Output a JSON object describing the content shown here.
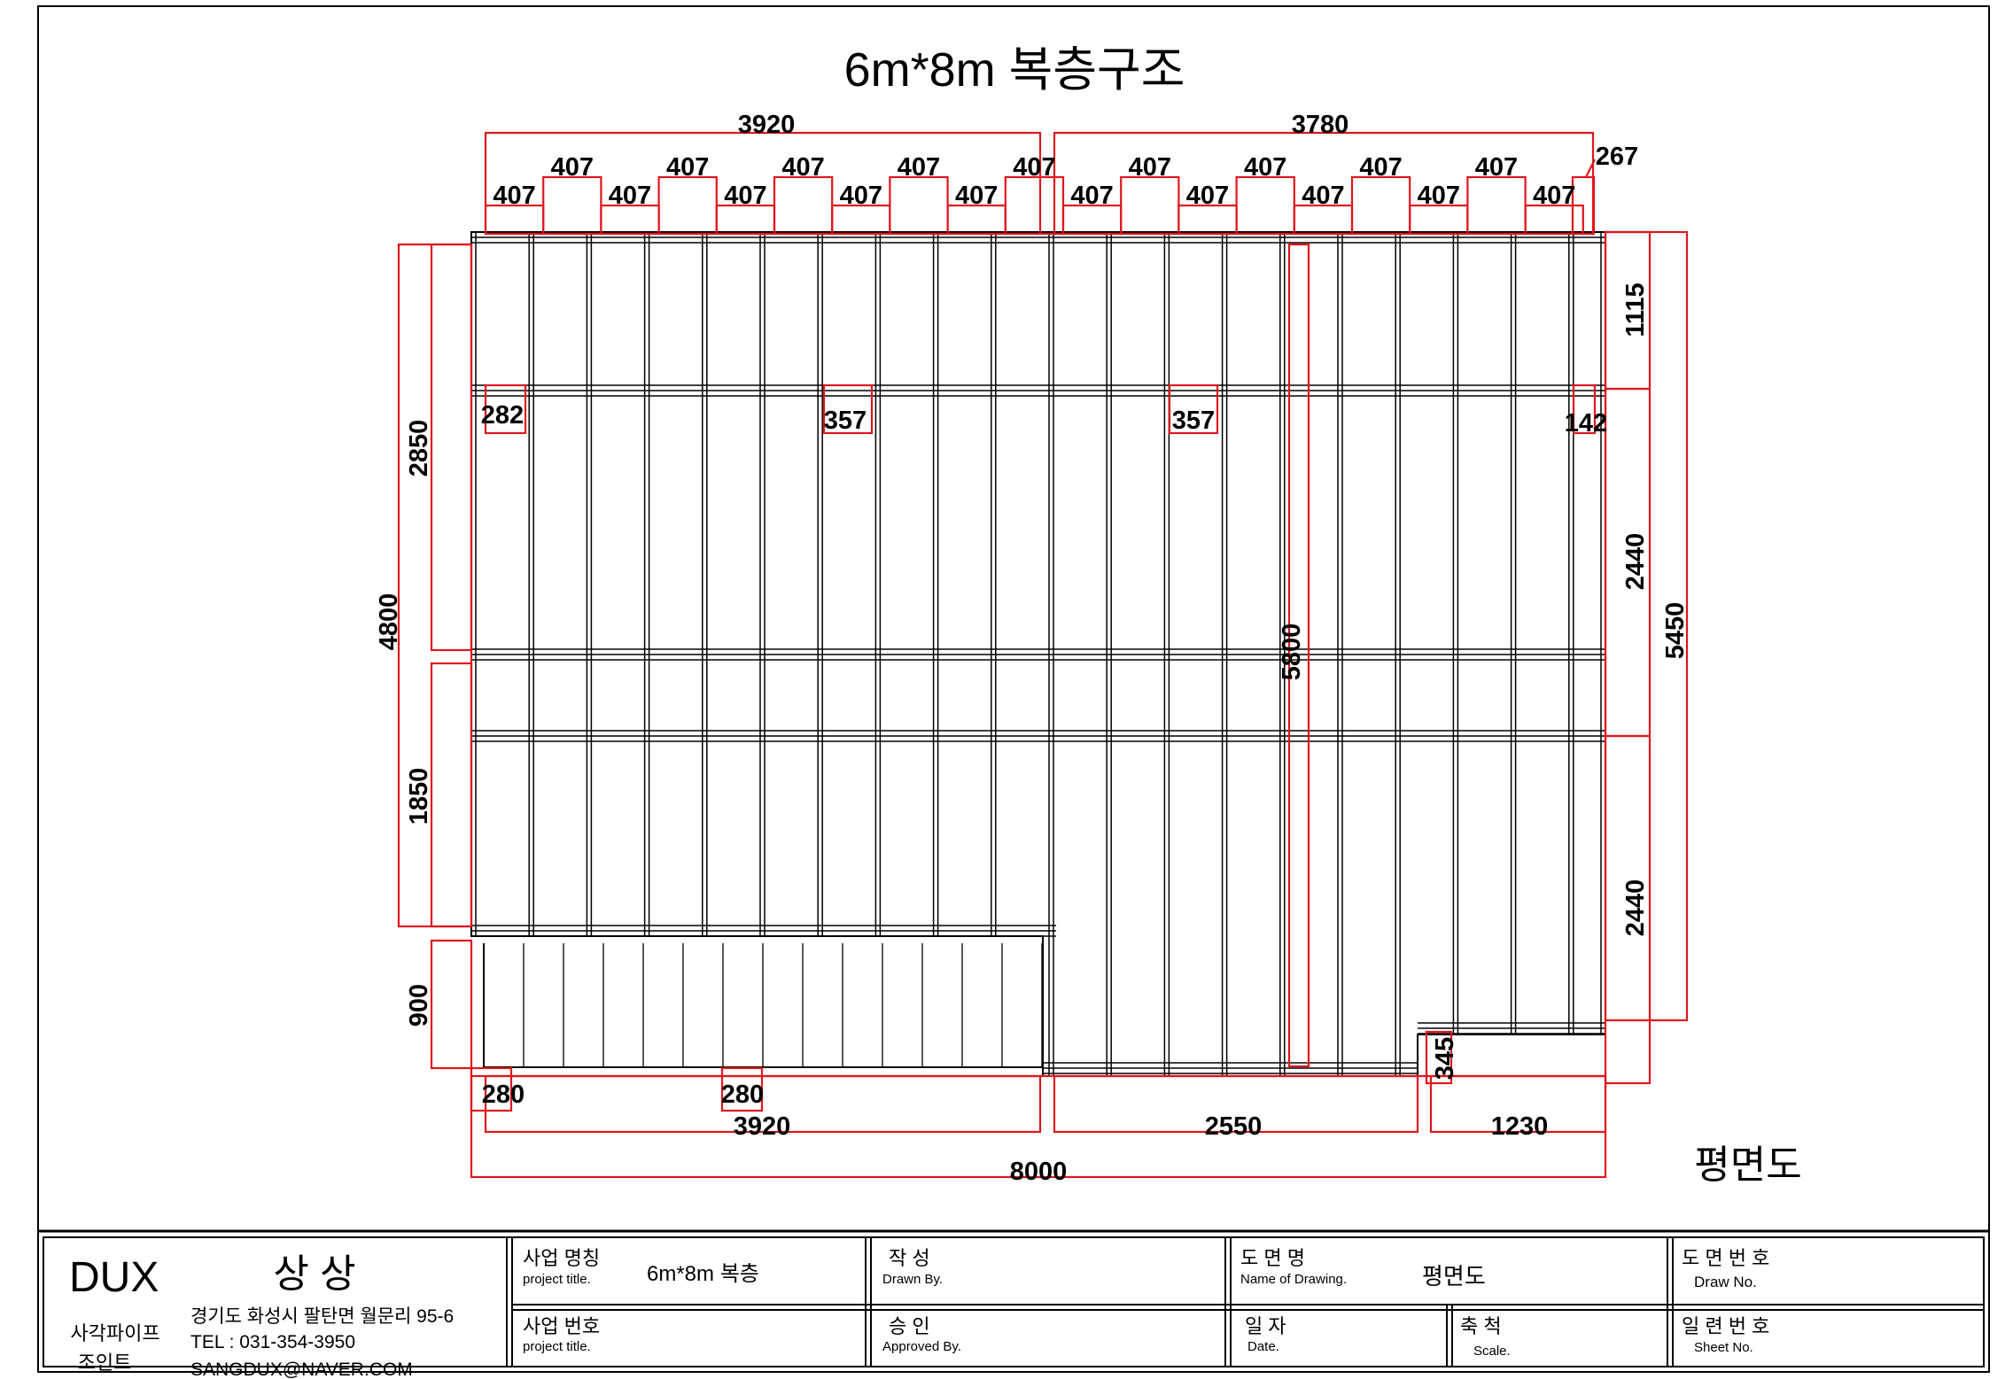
{
  "title": "6m*8m 복층구조",
  "view_label": "평면도",
  "dimensions": {
    "top_totals": [
      "3920",
      "3780"
    ],
    "top_upper_407_count": 9,
    "top_lower_407_count": 10,
    "top_value": "407",
    "top_right_small": "267",
    "left_total": "4800",
    "left_upper": "2850",
    "left_lower": "1850",
    "left_step": "900",
    "right_top": "1115",
    "right_mid": "2440",
    "right_low": "2440",
    "right_total": "5450",
    "center_vertical": "5800",
    "inner_282": "282",
    "inner_357a": "357",
    "inner_357b": "357",
    "inner_142": "142",
    "bottom_280a": "280",
    "bottom_280b": "280",
    "bottom_345": "345",
    "bottom_3920": "3920",
    "bottom_2550": "2550",
    "bottom_1230": "1230",
    "bottom_total": "8000"
  },
  "title_block": {
    "company": "DUX",
    "company_name": "상 상",
    "product_line1": "사각파이프",
    "product_line2": "조인트",
    "address": "경기도 화성시 팔탄면 월문리 95-6",
    "tel": "TEL : 031-354-3950",
    "email": "SANGDUX@NAVER.COM",
    "project_name_label": "사업 명칭",
    "project_name_sub": "project title.",
    "project_name_value": "6m*8m 복층",
    "project_no_label": "사업 번호",
    "project_no_sub": "project title.",
    "drawn_label": "작 성",
    "drawn_sub": "Drawn By.",
    "approved_label": "승 인",
    "approved_sub": "Approved By.",
    "drawing_name_label": "도 면 명",
    "drawing_name_sub": "Name of Drawing.",
    "drawing_name_value": "평면도",
    "date_label": "일 자",
    "date_sub": "Date.",
    "scale_label": "축 척",
    "scale_sub": "Scale.",
    "drawing_no_label": "도 면 번 호",
    "drawing_no_sub": "Draw No.",
    "sheet_no_label": "일 련 번 호",
    "sheet_no_sub": "Sheet No."
  }
}
